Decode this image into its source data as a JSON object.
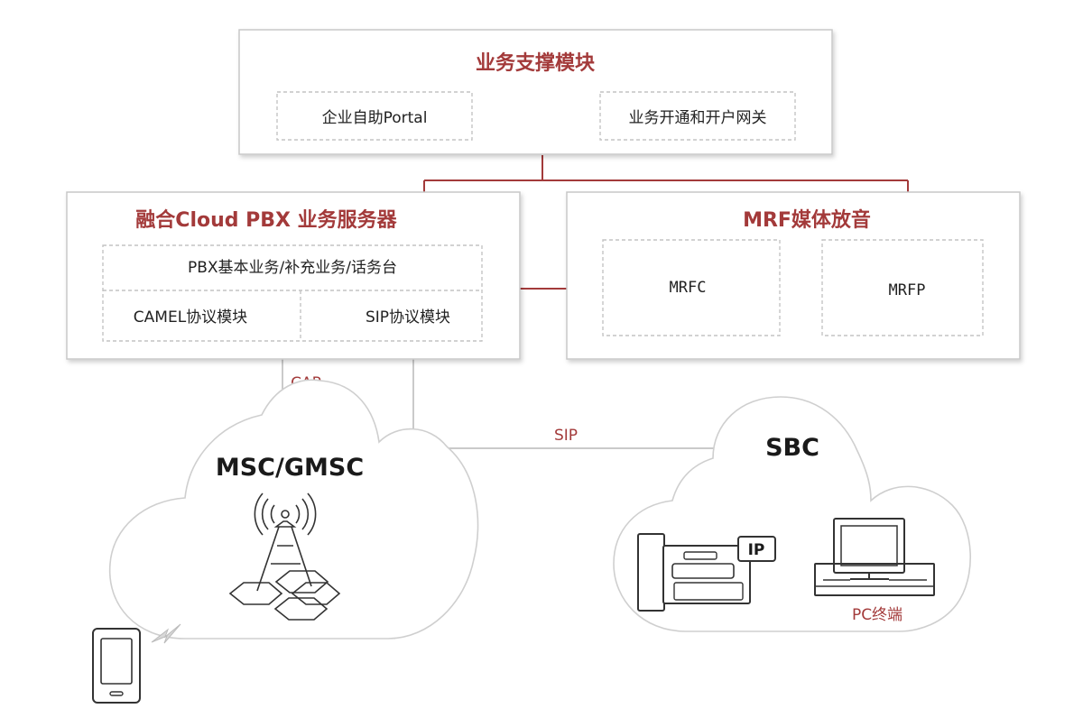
{
  "diagram": {
    "support_module": {
      "title": "业务支撑模块",
      "items": [
        "企业自助Portal",
        "业务开通和开户网关"
      ]
    },
    "pbx_server": {
      "title": "融合Cloud PBX 业务服务器",
      "row1": "PBX基本业务/补充业务/话务台",
      "row2_left": "CAMEL协议模块",
      "row2_right": "SIP协议模块"
    },
    "mrf": {
      "title": "MRF媒体放音",
      "items": [
        "MRFC",
        "MRFP"
      ]
    },
    "links": {
      "cap": "CAP",
      "sip": "SIP"
    },
    "msc_cloud": {
      "title": "MSC/GMSC"
    },
    "sbc_cloud": {
      "title": "SBC",
      "ip_badge": "IP",
      "pc_label": "PC终端"
    },
    "colors": {
      "accent": "#a33a3a",
      "border": "#c8c8c8",
      "text": "#222222"
    }
  }
}
